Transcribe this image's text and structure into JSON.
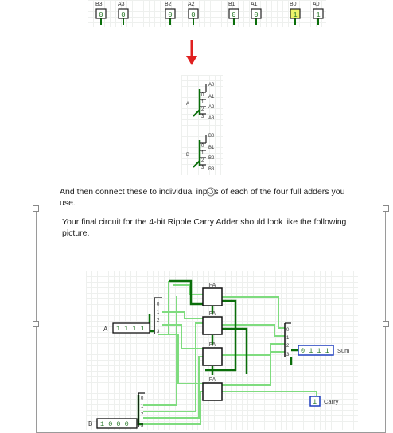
{
  "top_pins": {
    "labels": [
      "B3",
      "A3",
      "B2",
      "A2",
      "B1",
      "A1",
      "B0",
      "A0"
    ],
    "values": [
      "0",
      "0",
      "0",
      "0",
      "0",
      "0",
      "1",
      "1"
    ]
  },
  "splitters": {
    "a": {
      "bus_label": "A",
      "outputs": [
        "A0",
        "A1",
        "A2",
        "A3"
      ],
      "indices": [
        "0",
        "1",
        "2",
        "3"
      ]
    },
    "b": {
      "bus_label": "B",
      "outputs": [
        "B0",
        "B1",
        "B2",
        "B3"
      ],
      "indices": [
        "0",
        "1",
        "2",
        "3"
      ]
    }
  },
  "paragraph1": "And then connect these to individual inputs of each of the four full adders you use.",
  "paragraph2": "Your final circuit for the 4-bit Ripple Carry Adder should look like the following picture.",
  "circuit": {
    "fa_label": "FA",
    "input_a": {
      "label": "A",
      "value": "1 1 1 1"
    },
    "input_b": {
      "label": "B",
      "value": "1 0 0 0"
    },
    "sum": {
      "label": "Sum",
      "value": "0 1 1 1"
    },
    "carry": {
      "label": "Carry",
      "value": "1"
    },
    "splitter_indices": [
      "0",
      "1",
      "2",
      "3"
    ]
  },
  "colors": {
    "wire_dark": "#0a6e0a",
    "wire_light": "#7fdc7f",
    "arrow": "#e02020",
    "output_border": "#1f3fbf"
  }
}
